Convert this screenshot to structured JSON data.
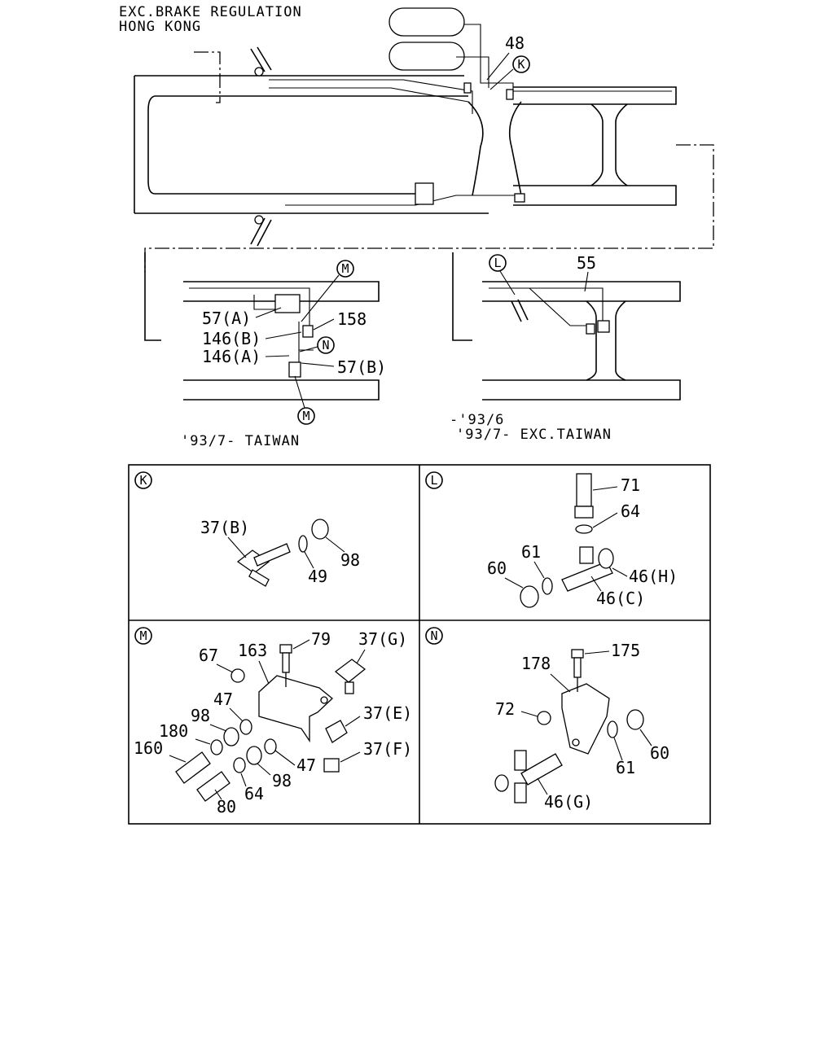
{
  "header": {
    "line1": "EXC.BRAKE REGULATION",
    "line2": "HONG KONG"
  },
  "overview": {
    "callout_48": "48",
    "ref_k": "K"
  },
  "inset_taiwan": {
    "caption": "'93/7- TAIWAN",
    "ref_m_top": "M",
    "ref_n": "N",
    "ref_m_bottom": "M",
    "callouts": [
      "57(A)",
      "158",
      "146(B)",
      "146(A)",
      "57(B)"
    ]
  },
  "inset_exc_taiwan": {
    "caption_line1": "-'93/6",
    "caption_line2": "'93/7- EXC.TAIWAN",
    "ref_l": "L",
    "callout_55": "55"
  },
  "details": {
    "K": {
      "ref": "K",
      "callouts": [
        "37(B)",
        "49",
        "98"
      ]
    },
    "L": {
      "ref": "L",
      "callouts": [
        "71",
        "64",
        "61",
        "60",
        "46(H)",
        "46(C)"
      ]
    },
    "M": {
      "ref": "M",
      "callouts": [
        "79",
        "163",
        "67",
        "37(G)",
        "47",
        "98",
        "180",
        "160",
        "37(E)",
        "37(F)",
        "47",
        "98",
        "64",
        "80"
      ]
    },
    "N": {
      "ref": "N",
      "callouts": [
        "175",
        "178",
        "72",
        "61",
        "60",
        "46(G)"
      ]
    }
  }
}
